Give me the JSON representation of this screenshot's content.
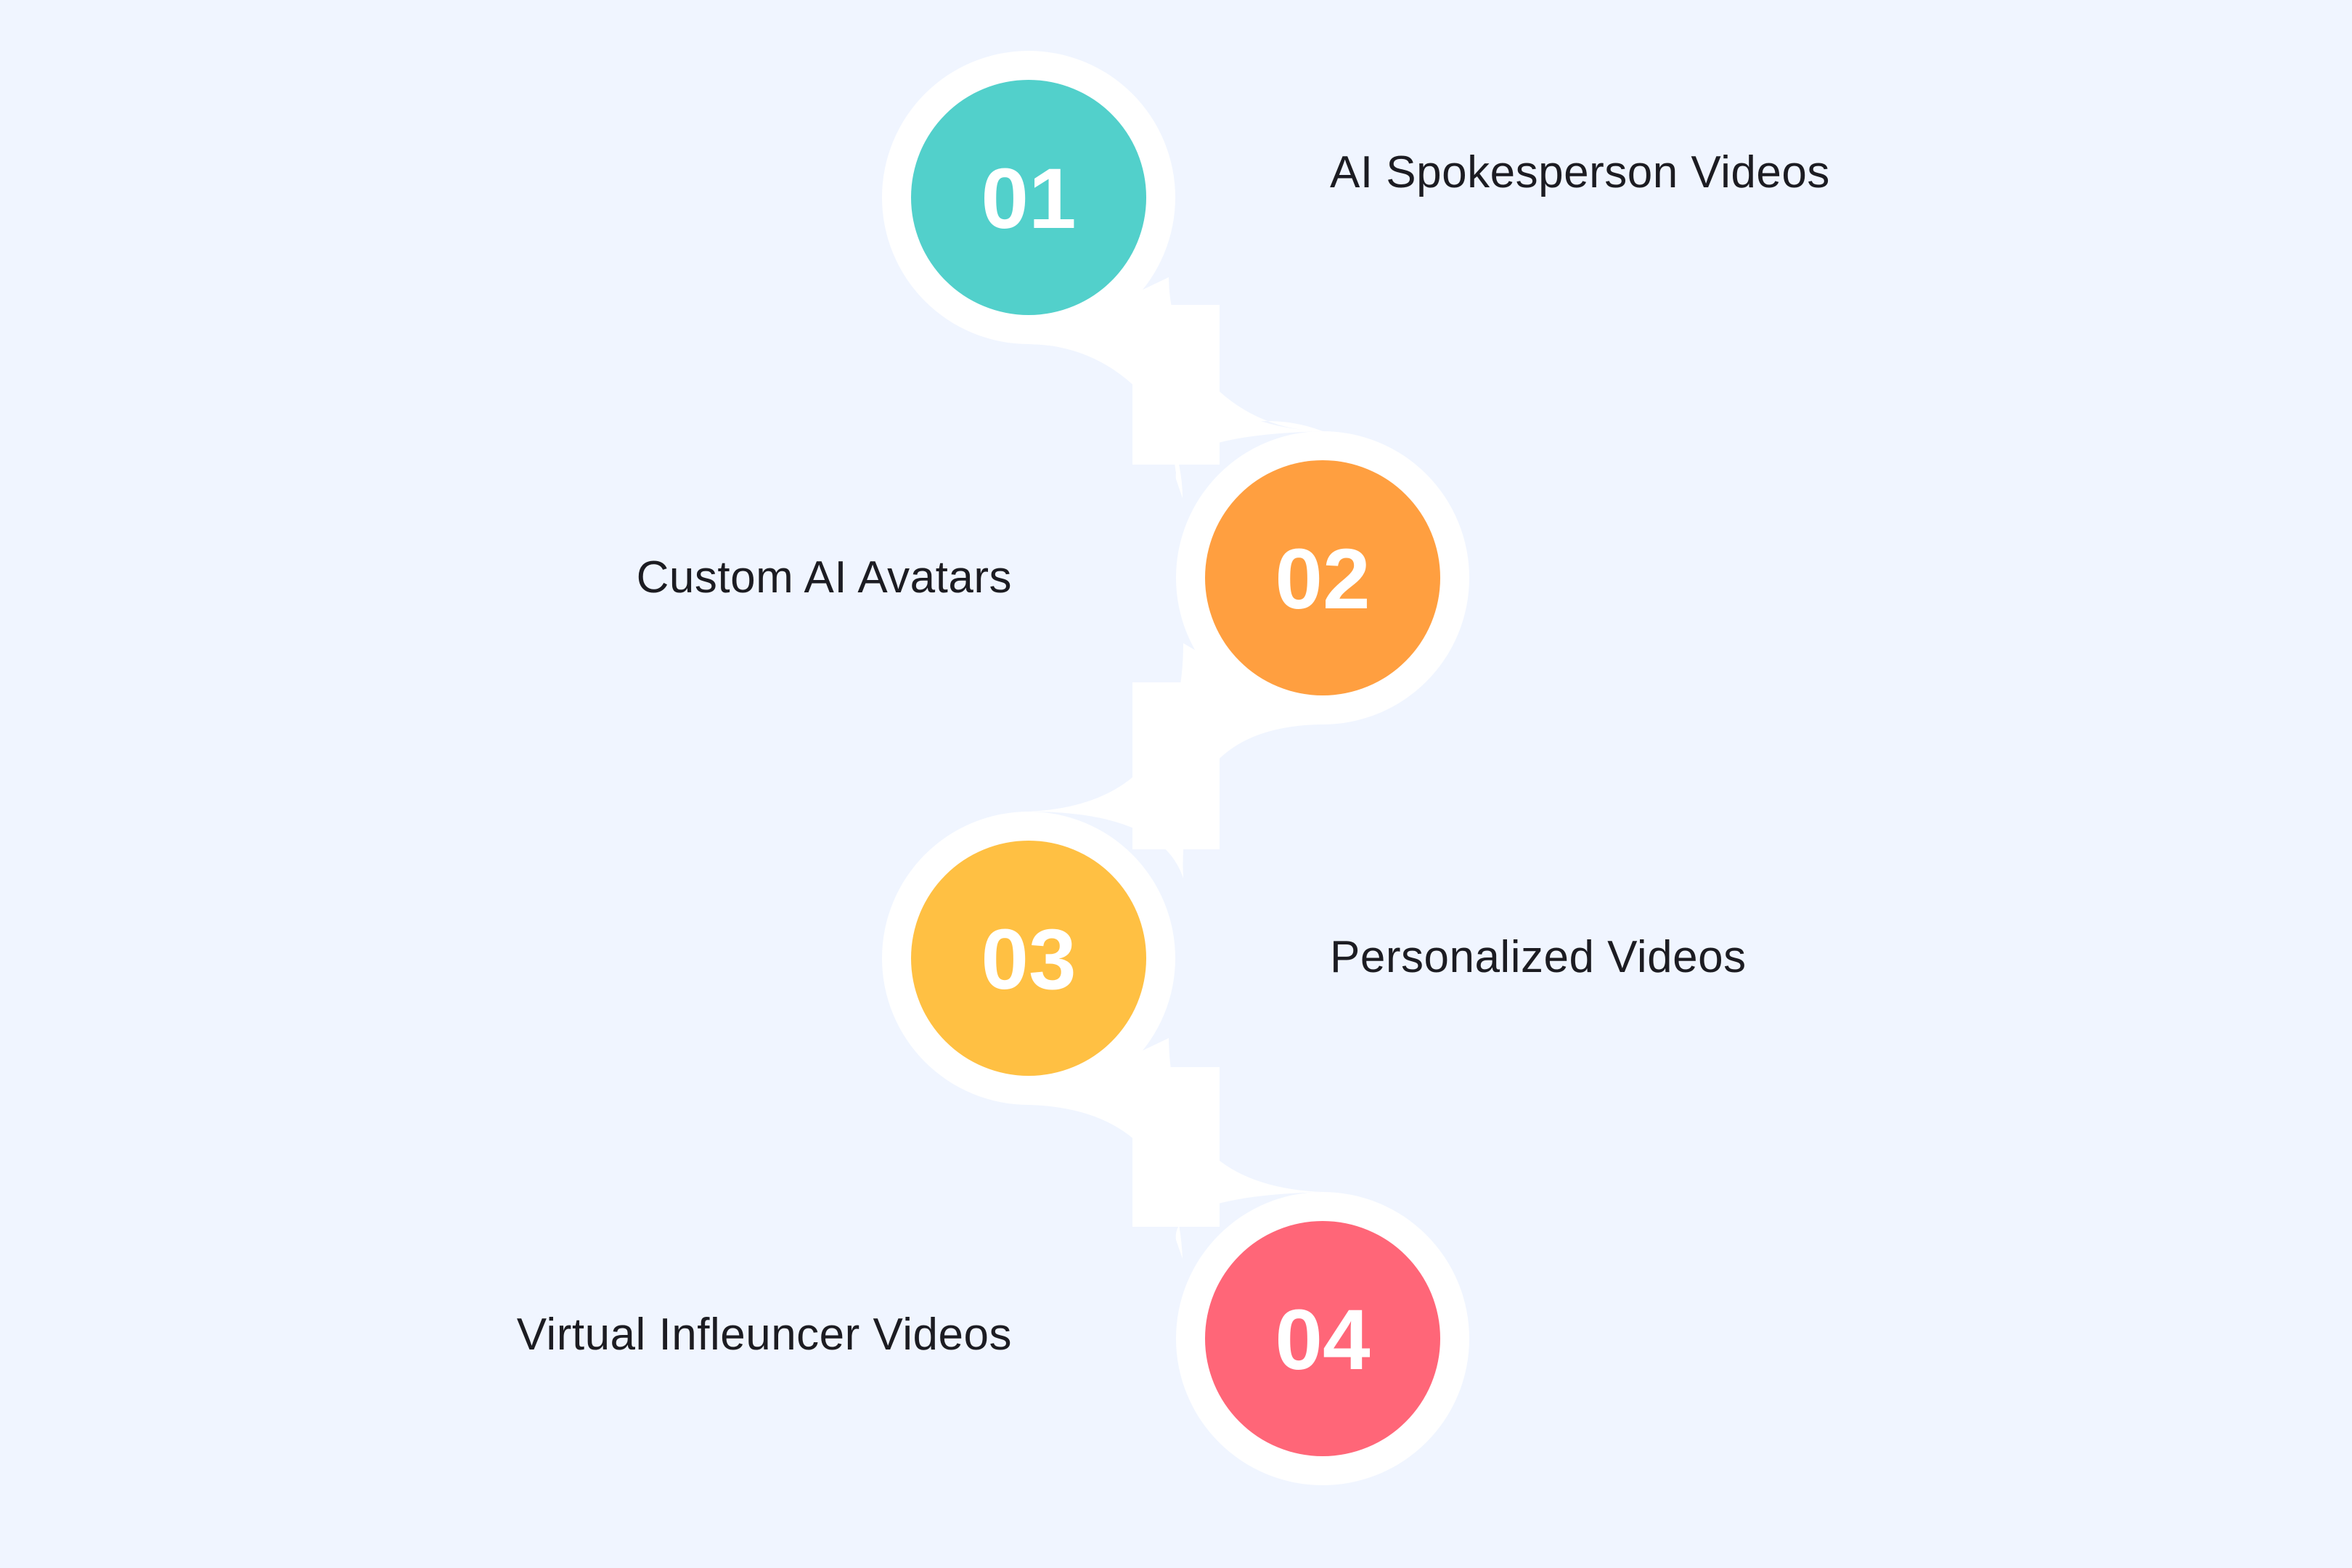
{
  "steps": [
    {
      "number": "01",
      "label": "AI Spokesperson Videos",
      "color": "#52d0cb"
    },
    {
      "number": "02",
      "label": "Custom AI Avatars",
      "color": "#ff9f40"
    },
    {
      "number": "03",
      "label": "Personalized Videos",
      "color": "#ffc043"
    },
    {
      "number": "04",
      "label": "Virtual Infleuncer Videos",
      "color": "#ff6678"
    }
  ],
  "colors": {
    "background": "#f0f5ff",
    "track": "#ffffff",
    "text": "#1c1c22"
  }
}
